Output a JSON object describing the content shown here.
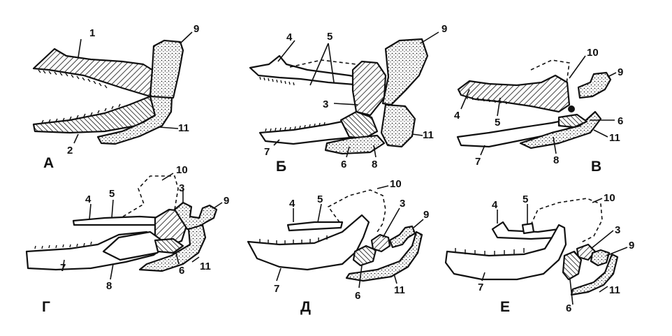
{
  "panels": {
    "A": {
      "letter": "А"
    },
    "B": {
      "letter": "Б"
    },
    "V": {
      "letter": "В"
    },
    "G": {
      "letter": "Г"
    },
    "D": {
      "letter": "Д"
    },
    "E": {
      "letter": "Е"
    }
  },
  "labels": {
    "n1": "1",
    "n2": "2",
    "n3": "3",
    "n4": "4",
    "n5": "5",
    "n6": "6",
    "n7": "7",
    "n8": "8",
    "n9": "9",
    "n10": "10",
    "n11": "11"
  },
  "icons": {
    "hatched": "diagonal-hatch-fill",
    "dotted": "stipple-fill"
  }
}
